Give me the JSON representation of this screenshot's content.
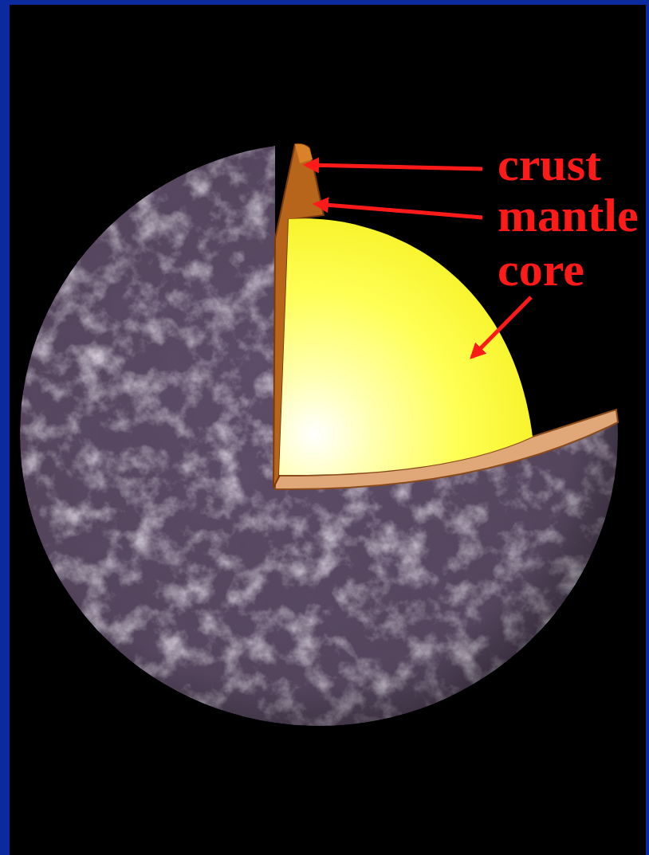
{
  "diagram": {
    "labels": [
      "crust",
      "mantle",
      "core"
    ]
  }
}
